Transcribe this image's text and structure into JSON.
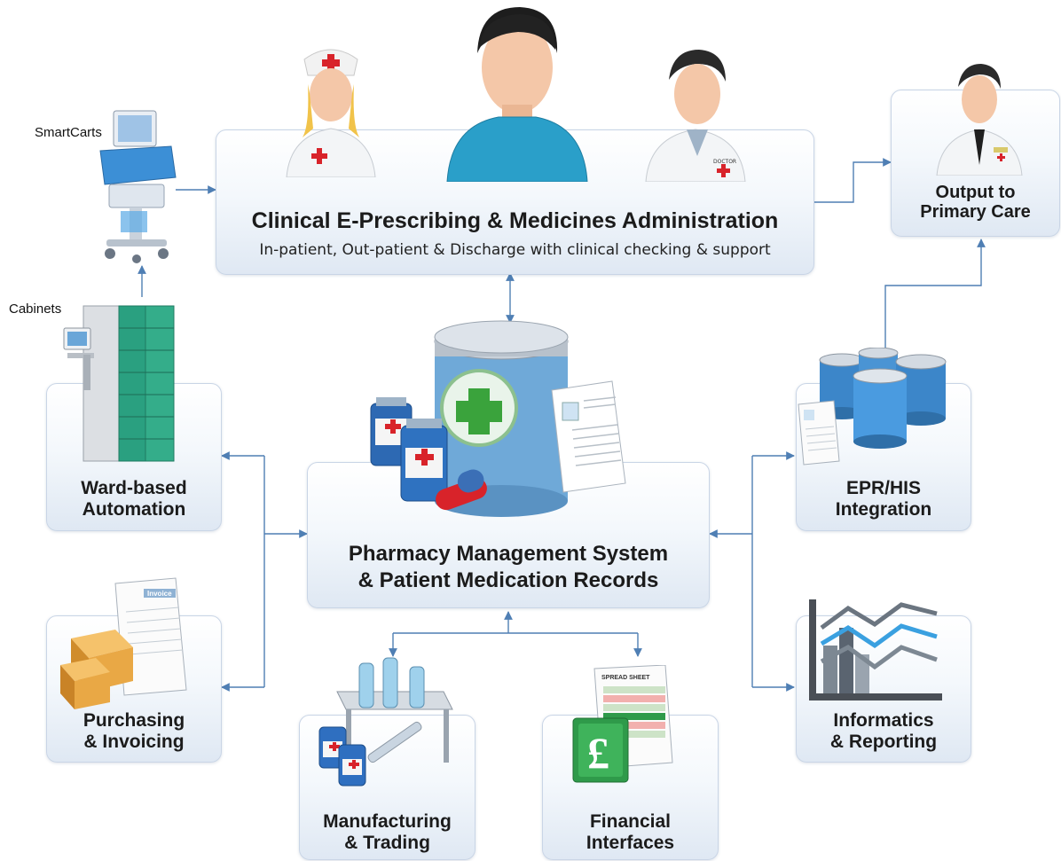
{
  "side_labels": {
    "smartcarts": "SmartCarts",
    "cabinets": "Cabinets"
  },
  "top_box": {
    "title": "Clinical E-Prescribing & Medicines Administration",
    "subtitle": "In-patient, Out-patient & Discharge with clinical checking & support"
  },
  "output_box": {
    "line1": "Output to",
    "line2": "Primary Care"
  },
  "center_box": {
    "line1": "Pharmacy Management System",
    "line2": "& Patient Medication Records"
  },
  "ward_box": {
    "line1": "Ward-based",
    "line2": "Automation"
  },
  "purchasing_box": {
    "line1": "Purchasing",
    "line2": "& Invoicing"
  },
  "manufacturing_box": {
    "line1": "Manufacturing",
    "line2": "& Trading"
  },
  "financial_box": {
    "line1": "Financial",
    "line2": "Interfaces"
  },
  "epr_box": {
    "line1": "EPR/HIS",
    "line2": "Integration"
  },
  "informatics_box": {
    "line1": "Informatics",
    "line2": "& Reporting"
  },
  "icon_text": {
    "invoice": "Invoice",
    "spreadsheet": "SPREAD SHEET",
    "pound": "£",
    "doctor_badge": "DOCTOR"
  },
  "colors": {
    "box_border": "#c9d5e6",
    "connector": "#4f7fb4",
    "shirt_blue": "#2a9fc9",
    "cross_red": "#d8232a",
    "cross_green": "#3aa33c"
  }
}
